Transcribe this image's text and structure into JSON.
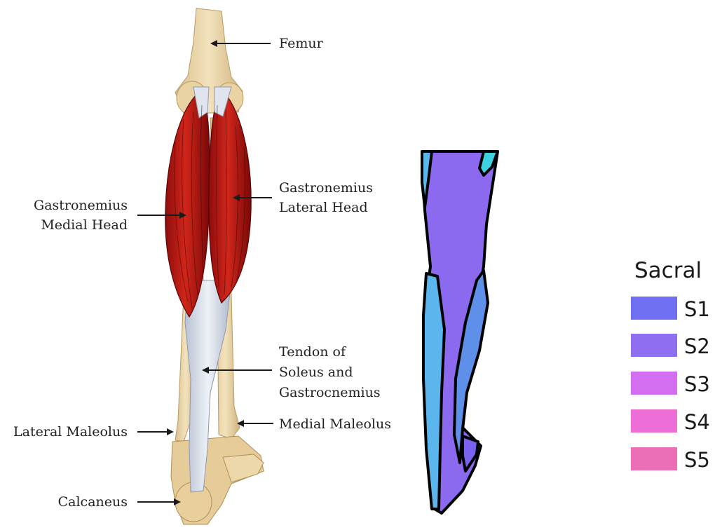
{
  "labels": {
    "femur": "Femur",
    "gastro_lateral": [
      "Gastronemius",
      "Lateral Head"
    ],
    "gastro_medial": [
      "Gastronemius",
      "Medial Head"
    ],
    "tendon": [
      "Tendon of",
      "Soleus and",
      "Gastrocnemius"
    ],
    "lateral_maleolus": "Lateral Maleolus",
    "medial_maleolus": "Medial Maleolus",
    "calcaneus": "Calcaneus"
  },
  "legend": {
    "title": "Sacral",
    "items": [
      {
        "code": "S1",
        "color": "#6f6ff2"
      },
      {
        "code": "S2",
        "color": "#8f6ef0"
      },
      {
        "code": "S3",
        "color": "#d46ef0"
      },
      {
        "code": "S4",
        "color": "#ee6ed8"
      },
      {
        "code": "S5",
        "color": "#ec6eb6"
      }
    ]
  },
  "dermatome_colors": {
    "s2_region": "#8c6af0",
    "side_region": "#5ab6ec",
    "inner_strip": "#5e90ea",
    "top_right_patch": "#3cd2e2",
    "heel_patch": "#7a62ef"
  }
}
